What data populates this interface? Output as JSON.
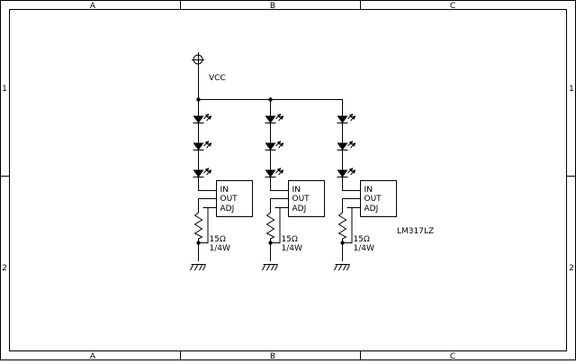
{
  "border": {
    "columns": [
      "A",
      "B",
      "C"
    ],
    "rows": [
      "1",
      "2"
    ]
  },
  "supply": {
    "label": "VCC"
  },
  "regulator": {
    "pins": [
      "IN",
      "OUT",
      "ADJ"
    ],
    "part": "LM317LZ"
  },
  "resistor": {
    "value": "15Ω",
    "rating": "1/4W"
  },
  "branches": 3,
  "leds_per_branch": 3
}
